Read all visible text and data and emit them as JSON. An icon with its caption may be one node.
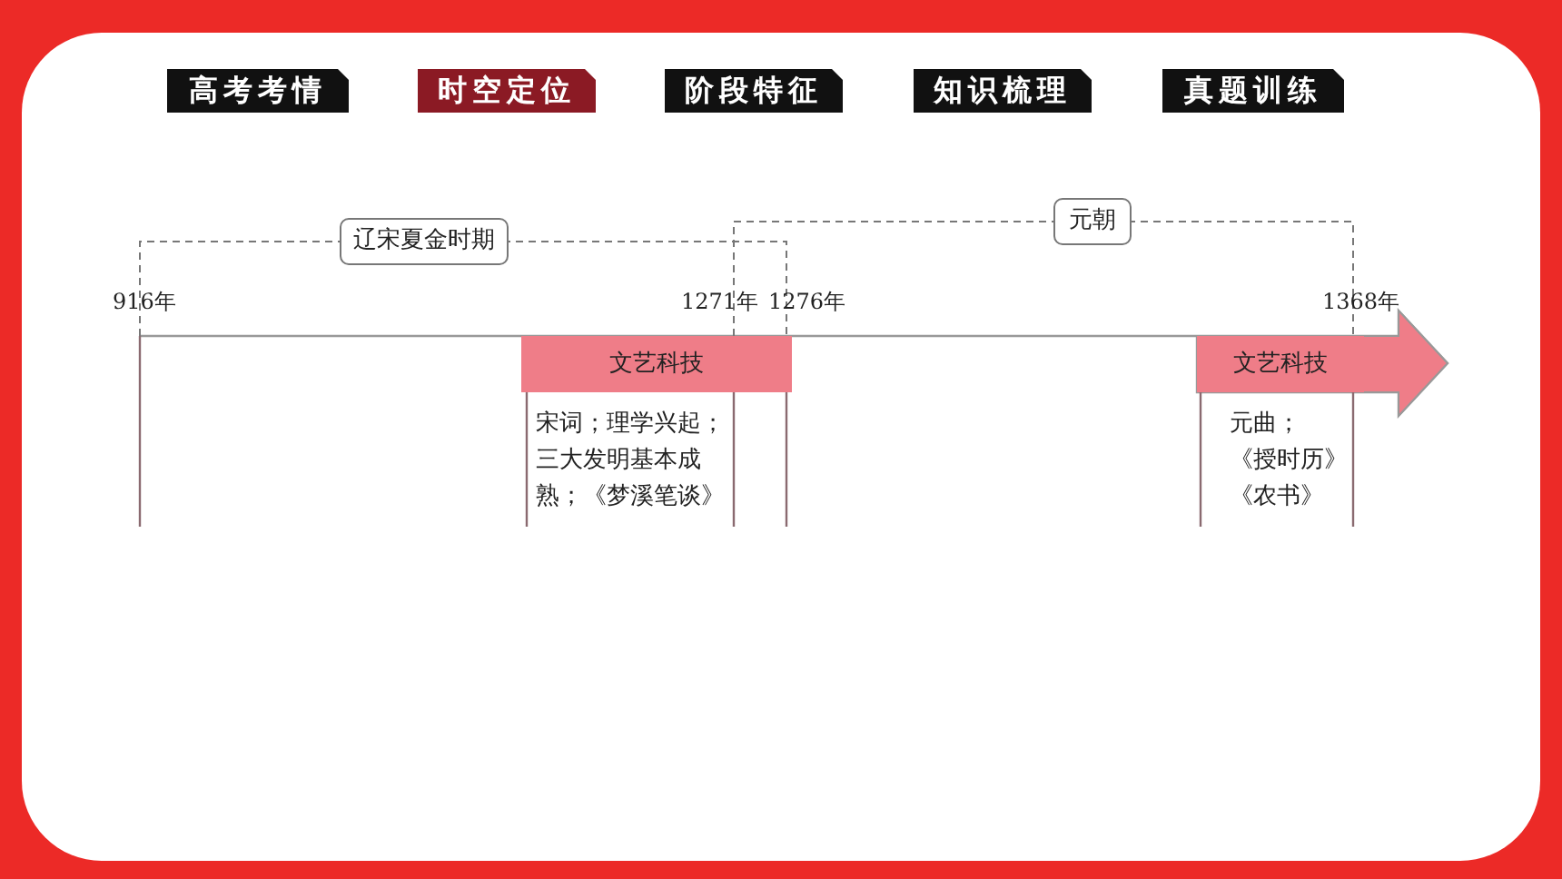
{
  "diagram": {
    "nodes": [
      {
        "text": [
          "高考考情"
        ]
      },
      {
        "text": [
          "时空定位"
        ]
      },
      {
        "text": [
          "阶段特征"
        ]
      },
      {
        "text": [
          "知识梳理"
        ]
      },
      {
        "text": [
          "真题训练"
        ]
      },
      {
        "text": [
          "辽宋夏金时期"
        ]
      },
      {
        "text": [
          "元朝"
        ]
      },
      {
        "text": [
          "文艺科技"
        ],
        "beside": [
          "宋词；理学兴起；三大发明基本成熟；《梦溪笔谈》"
        ]
      },
      {
        "text": [
          "文艺科技"
        ],
        "beside": [
          "元曲；《授时历》《农书》"
        ]
      }
    ],
    "labels": [
      "916年",
      "1271年",
      "1276年",
      "1368年"
    ]
  }
}
